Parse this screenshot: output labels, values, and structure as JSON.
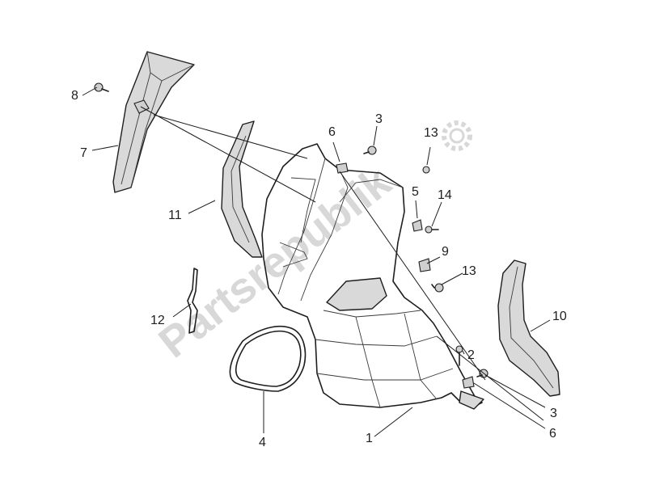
{
  "watermark": {
    "text": "Partsrepublik"
  },
  "callouts": [
    {
      "id": "c1",
      "label": "1"
    },
    {
      "id": "c2",
      "label": "2"
    },
    {
      "id": "c3a",
      "label": "3"
    },
    {
      "id": "c3b",
      "label": "3"
    },
    {
      "id": "c4",
      "label": "4"
    },
    {
      "id": "c5",
      "label": "5"
    },
    {
      "id": "c6a",
      "label": "6"
    },
    {
      "id": "c6b",
      "label": "6"
    },
    {
      "id": "c7",
      "label": "7"
    },
    {
      "id": "c8",
      "label": "8"
    },
    {
      "id": "c9",
      "label": "9"
    },
    {
      "id": "c10",
      "label": "10"
    },
    {
      "id": "c11",
      "label": "11"
    },
    {
      "id": "c12",
      "label": "12"
    },
    {
      "id": "c13a",
      "label": "13"
    },
    {
      "id": "c13b",
      "label": "13"
    },
    {
      "id": "c14",
      "label": "14"
    }
  ],
  "icons": {
    "watermark_logo": "gear-icon"
  }
}
